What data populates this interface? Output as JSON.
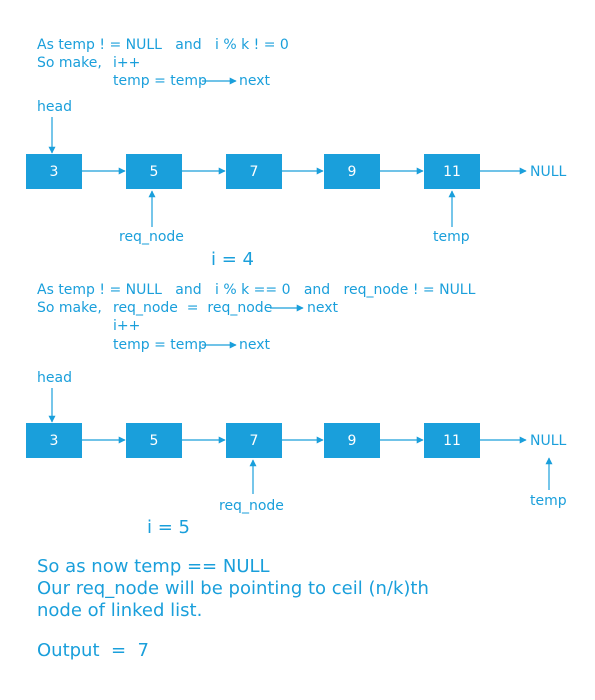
{
  "step1": {
    "cond": "As temp ! = NULL   and   i % k ! = 0",
    "so_make": "So make,",
    "action1": "i++",
    "action2_left": "temp = temp",
    "action2_right": "next",
    "head_label": "head",
    "nodes": [
      "3",
      "5",
      "7",
      "9",
      "11"
    ],
    "null_label": "NULL",
    "req_node_label": "req_node",
    "temp_label": "temp",
    "i_value": "i  =  4"
  },
  "step2": {
    "cond": "As temp ! = NULL   and   i % k == 0   and   req_node ! = NULL",
    "so_make": "So make,",
    "action1_left": "req_node  =  req_node",
    "action1_right": "next",
    "action2": "i++",
    "action3_left": "temp = temp",
    "action3_right": "next",
    "head_label": "head",
    "nodes": [
      "3",
      "5",
      "7",
      "9",
      "11"
    ],
    "null_label": "NULL",
    "req_node_label": "req_node",
    "temp_label": "temp",
    "i_value": "i  =  5"
  },
  "conclusion": {
    "line1": "So as now temp == NULL",
    "line2": "Our req_node will be pointing to ceil (n/k)th",
    "line3": "node of linked list."
  },
  "output": "Output  =  7",
  "colors": {
    "accent": "#1a9fdb"
  }
}
